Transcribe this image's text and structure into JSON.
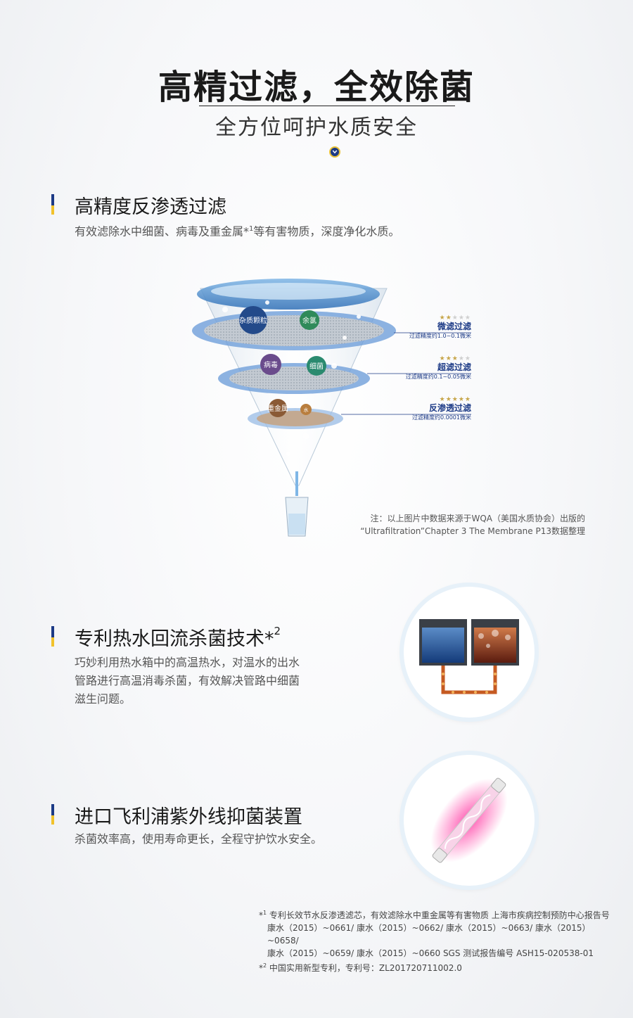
{
  "hero": {
    "title": "高精过滤，全效除菌",
    "subtitle": "全方位呵护水质安全"
  },
  "sections": [
    {
      "title": "高精度反渗透过滤",
      "desc_pre": "有效滤除水中细菌、病毒及重金属*",
      "desc_sup": "1",
      "desc_post": "等有害物质，深度净化水质。"
    },
    {
      "title": "专利热水回流杀菌技术*",
      "title_sup": "2",
      "desc_lines": [
        "巧妙利用热水箱中的高温热水，对温水的出水",
        "管路进行高温消毒杀菌，有效解决管路中细菌",
        "滋生问题。"
      ]
    },
    {
      "title": "进口飞利浦紫外线抑菌装置",
      "desc": "杀菌效率高，使用寿命更长，全程守护饮水安全。"
    }
  ],
  "funnel": {
    "particles": [
      "杂质颗粒",
      "余氯",
      "病毒",
      "细菌",
      "重金属",
      "水"
    ],
    "stages": [
      {
        "name": "微滤过滤",
        "precision": "过滤精度约1.0~0.1微米",
        "rating": 2,
        "max_rating": 5
      },
      {
        "name": "超滤过滤",
        "precision": "过滤精度约0.1~0.05微米",
        "rating": 3,
        "max_rating": 5
      },
      {
        "name": "反渗透过滤",
        "precision": "过滤精度约0.0001微米",
        "rating": 5,
        "max_rating": 5
      }
    ],
    "note_line1": "注：以上图片中数据来源于WQA（美国水质协会）出版的",
    "note_line2": "“Ultrafiltration”Chapter 3 The Membrane P13数据整理"
  },
  "footnotes": {
    "fn1_mark": "*",
    "fn1_sup": "1",
    "fn1_line1": "专利长效节水反渗透滤芯，有效滤除水中重金属等有害物质 上海市疾病控制预防中心报告号",
    "fn1_line2": "康水（2015）~0661/ 康水（2015）~0662/ 康水（2015）~0663/ 康水（2015）~0658/",
    "fn1_line3": "康水（2015）~0659/ 康水（2015）~0660 SGS 测试报告编号 ASH15-020538-01",
    "fn2_mark": "*",
    "fn2_sup": "2",
    "fn2_text": "中国实用新型专利，专利号：ZL201720711002.0"
  },
  "colors": {
    "brand_blue": "#1c3a86",
    "brand_yellow": "#f1c22b"
  },
  "icons": {
    "scroll_down": "chevron-down-icon"
  }
}
